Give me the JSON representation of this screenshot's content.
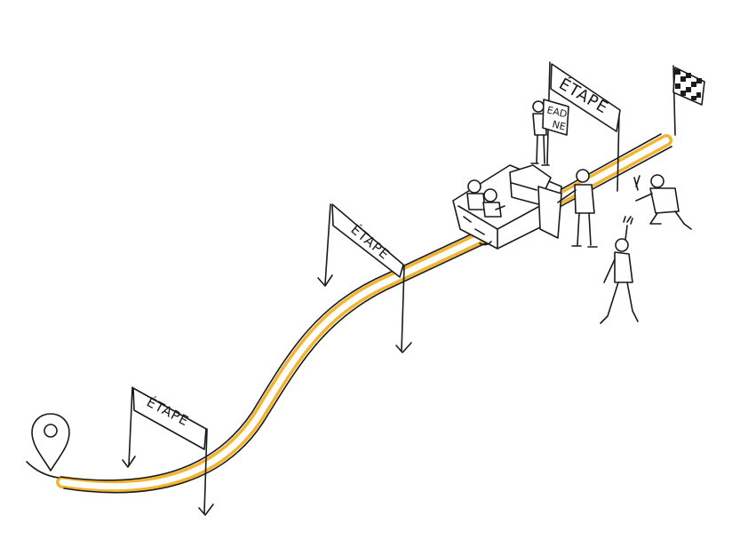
{
  "colors": {
    "road": "#f2b531",
    "ink": "#1a1a1a",
    "background": "#ffffff"
  },
  "banners": [
    {
      "text": "ÉTAPE"
    },
    {
      "text": "ÉTAPE"
    },
    {
      "text": "ÉTAPE"
    }
  ],
  "sign": {
    "line1": "EAD",
    "line2": "NE"
  },
  "icons": {
    "start": "location-pin-icon",
    "finish": "checkered-flag-icon"
  }
}
